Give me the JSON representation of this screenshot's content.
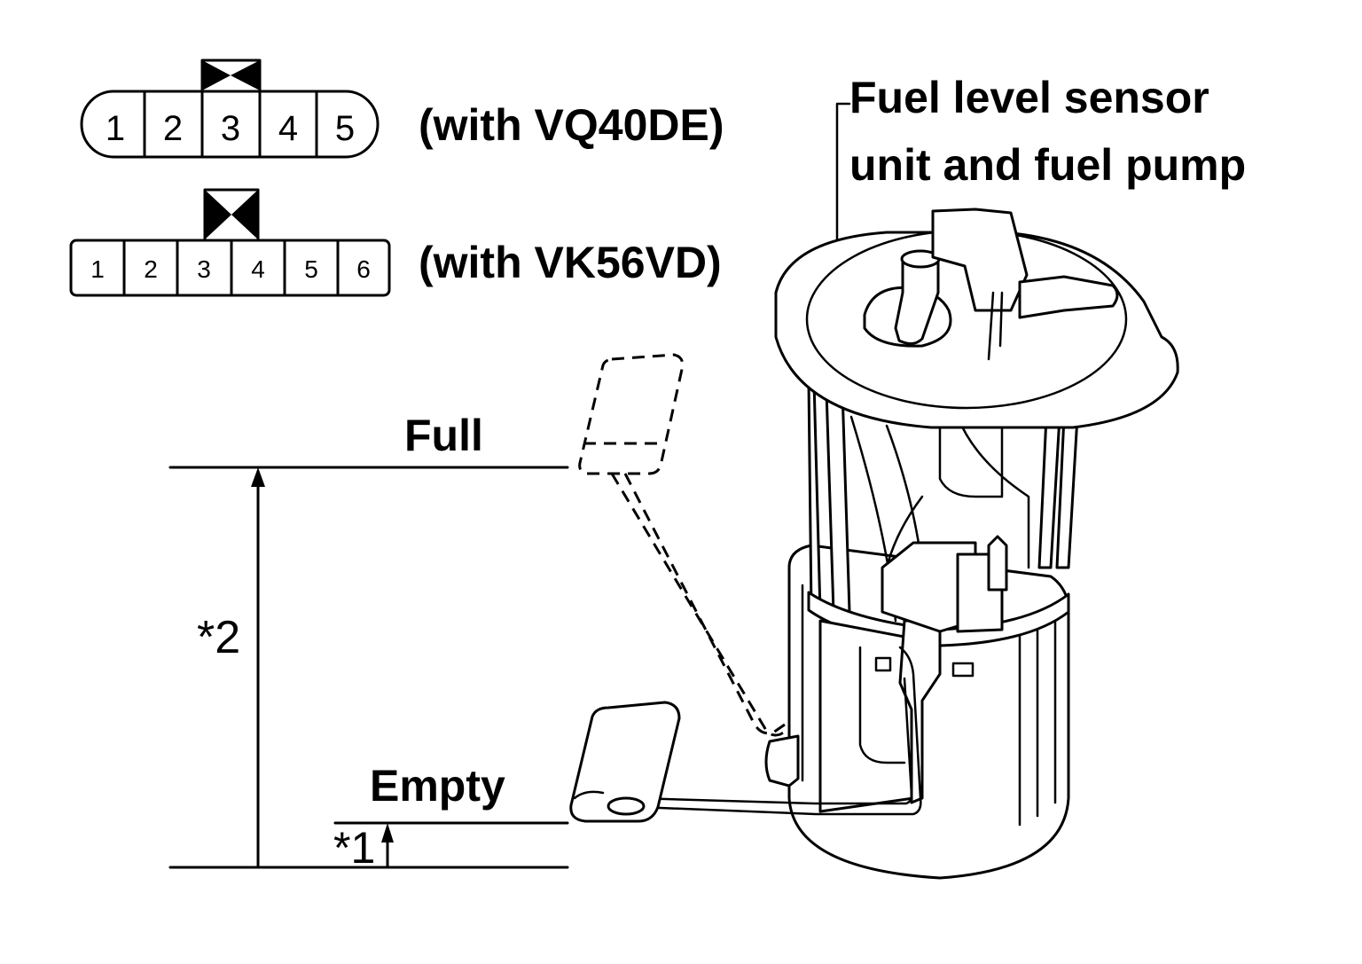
{
  "connectors": [
    {
      "pins": [
        "1",
        "2",
        "3",
        "4",
        "5"
      ],
      "label": "(with VQ40DE)"
    },
    {
      "pins": [
        "1",
        "2",
        "3",
        "4",
        "5",
        "6"
      ],
      "label": "(with VK56VD)"
    }
  ],
  "component_label_line1": "Fuel level sensor",
  "component_label_line2": "unit and fuel pump",
  "float_levels": {
    "full": "Full",
    "empty": "Empty"
  },
  "dimensions": {
    "d1": "*1",
    "d2": "*2"
  },
  "colors": {
    "ink": "#000000",
    "background": "#ffffff"
  }
}
